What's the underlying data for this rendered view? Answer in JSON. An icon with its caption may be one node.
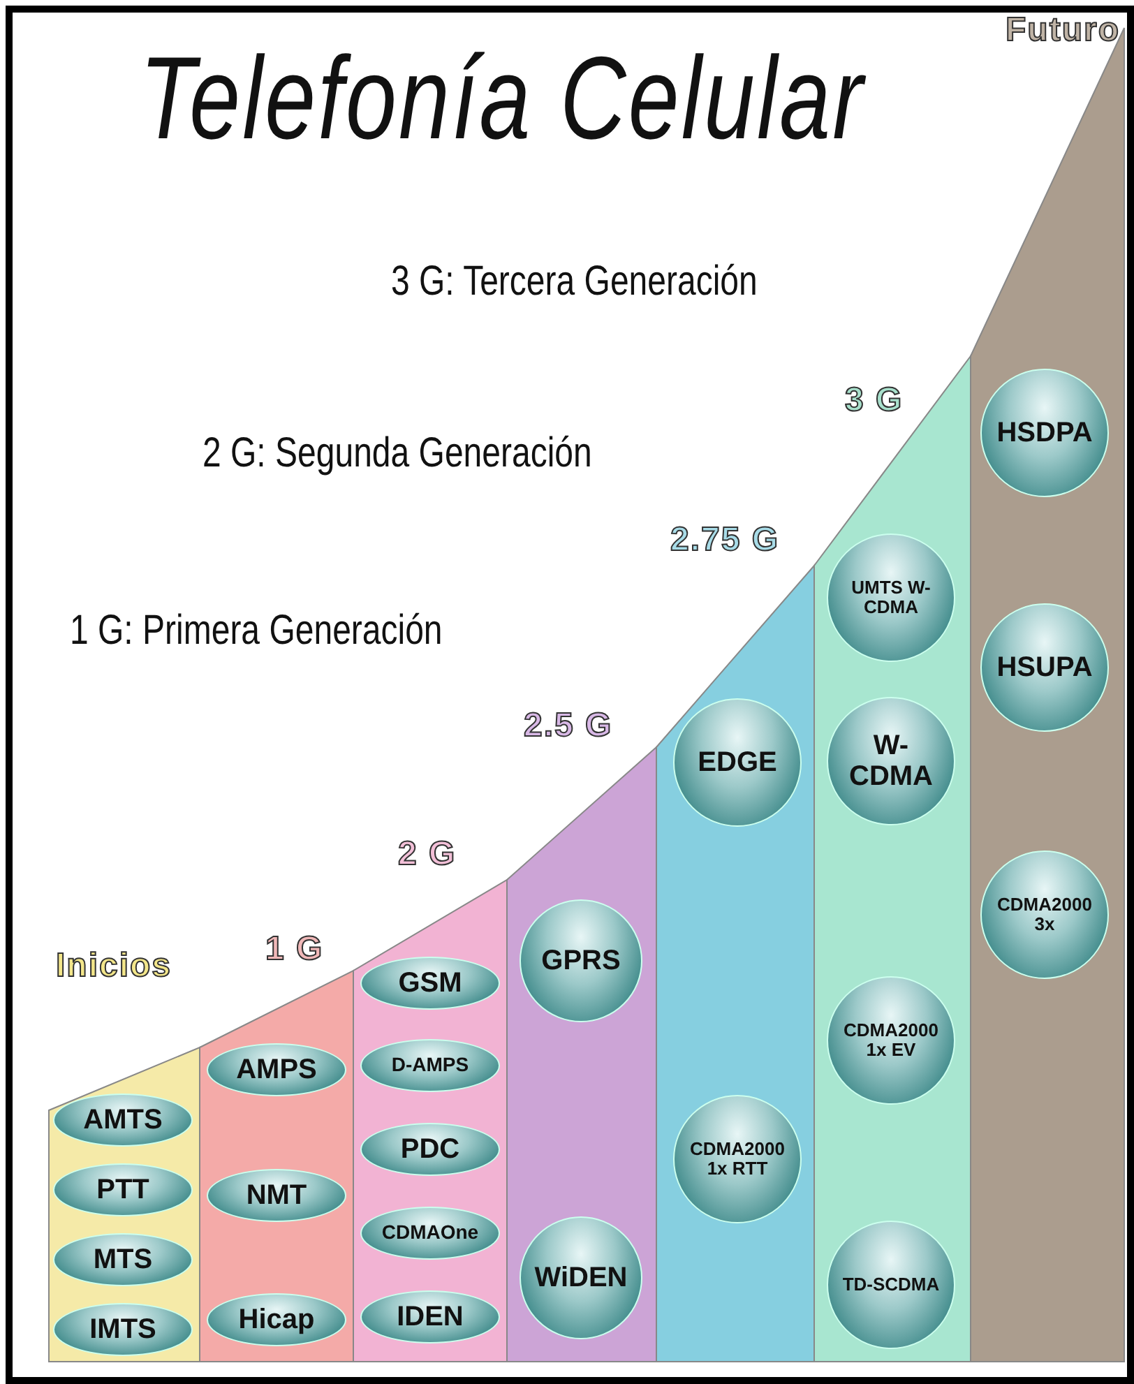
{
  "diagram": {
    "title": "Telefonía Celular",
    "nodes": [
      {
        "text": [
          "Inicios"
        ]
      },
      {
        "text": [
          "AMTS"
        ],
        "in": 0
      },
      {
        "text": [
          "PTT"
        ],
        "in": 0
      },
      {
        "text": [
          "MTS"
        ],
        "in": 0
      },
      {
        "text": [
          "IMTS"
        ],
        "in": 0
      },
      {
        "text": [
          "1 G"
        ]
      },
      {
        "text": [
          "AMPS"
        ],
        "in": 5
      },
      {
        "text": [
          "NMT"
        ],
        "in": 5
      },
      {
        "text": [
          "Hicap"
        ],
        "in": 5
      },
      {
        "text": [
          "2 G"
        ]
      },
      {
        "text": [
          "GSM"
        ],
        "in": 9
      },
      {
        "text": [
          "D-AMPS"
        ],
        "in": 9
      },
      {
        "text": [
          "PDC"
        ],
        "in": 9
      },
      {
        "text": [
          "CDMAOne"
        ],
        "in": 9
      },
      {
        "text": [
          "IDEN"
        ],
        "in": 9
      },
      {
        "text": [
          "2.5 G"
        ]
      },
      {
        "text": [
          "GPRS"
        ],
        "in": 15
      },
      {
        "text": [
          "WiDEN"
        ],
        "in": 15
      },
      {
        "text": [
          "2.75 G"
        ]
      },
      {
        "text": [
          "EDGE"
        ],
        "in": 18
      },
      {
        "text": [
          "CDMA2000 1x RTT"
        ],
        "in": 18
      },
      {
        "text": [
          "3 G"
        ]
      },
      {
        "text": [
          "UMTS W-CDMA"
        ],
        "in": 21
      },
      {
        "text": [
          "W-CDMA"
        ],
        "in": 21
      },
      {
        "text": [
          "CDMA2000 1x EV"
        ],
        "in": 21
      },
      {
        "text": [
          "TD-SCDMA"
        ],
        "in": 21
      },
      {
        "text": [
          "Futuro"
        ]
      },
      {
        "text": [
          "HSDPA"
        ],
        "in": 26
      },
      {
        "text": [
          "HSUPA"
        ],
        "in": 26
      },
      {
        "text": [
          "CDMA2000 3x"
        ],
        "in": 26
      }
    ],
    "labels": [
      "3 G: Tercera Generación",
      "2 G: Segunda Generación",
      "1 G: Primera Generación"
    ]
  }
}
